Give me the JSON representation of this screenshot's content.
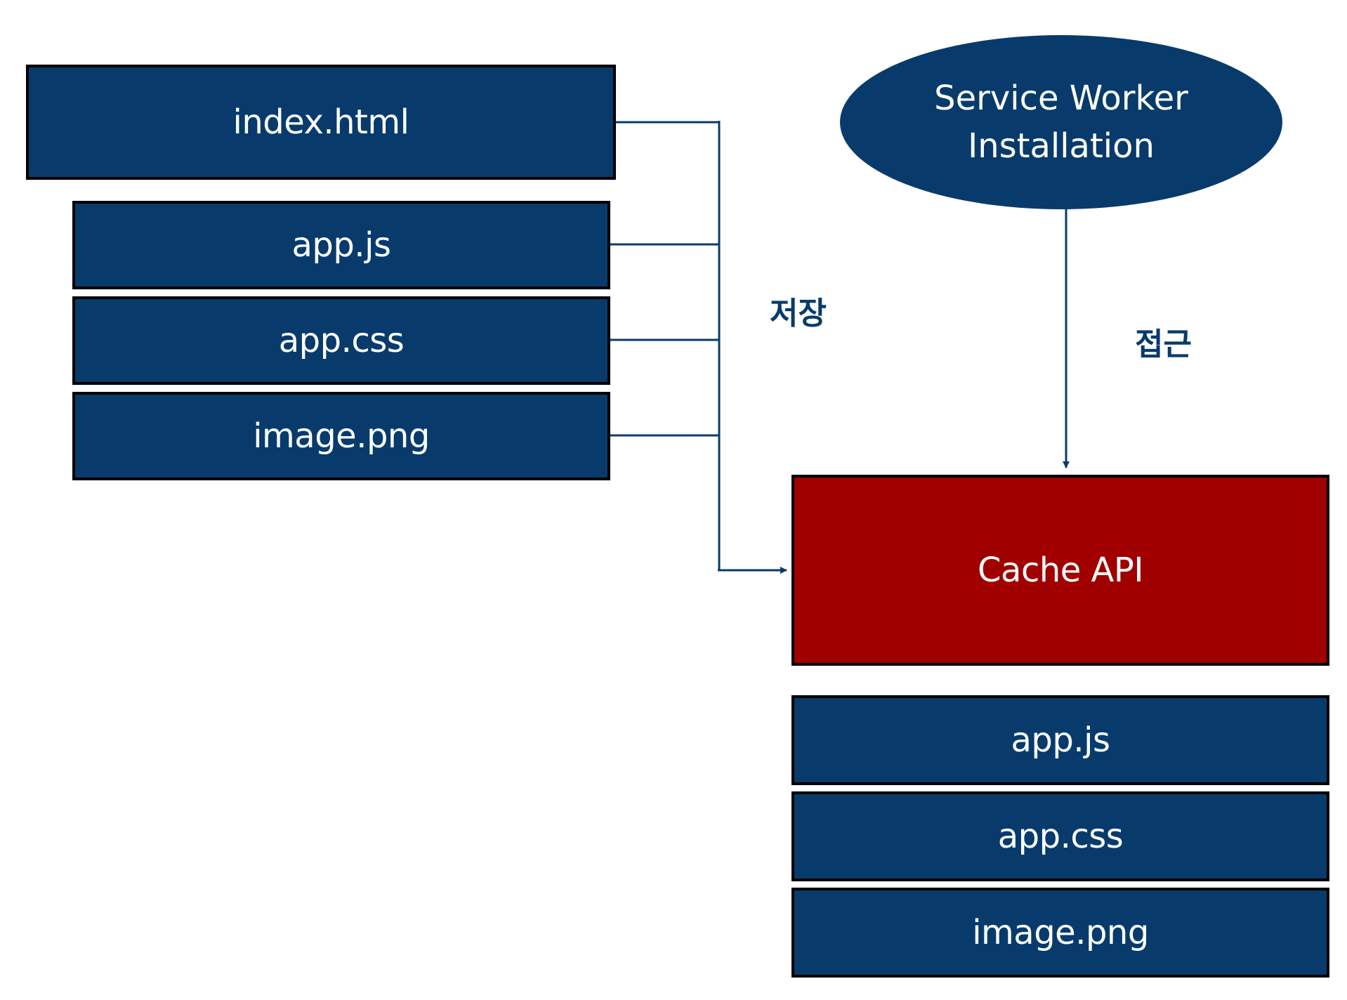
{
  "diagram": {
    "sources": {
      "index": "index.html",
      "appjs": "app.js",
      "appcss": "app.css",
      "image": "image.png"
    },
    "installer": {
      "line1": "Service Worker",
      "line2": "Installation"
    },
    "cache": {
      "label": "Cache API"
    },
    "cached": {
      "appjs": "app.js",
      "appcss": "app.css",
      "image": "image.png"
    },
    "edge_labels": {
      "store": "저장",
      "access": "접근"
    },
    "colors": {
      "node_blue": "#083b6c",
      "cache_red": "#a00000",
      "border": "#000000",
      "text": "#ffffff"
    }
  }
}
